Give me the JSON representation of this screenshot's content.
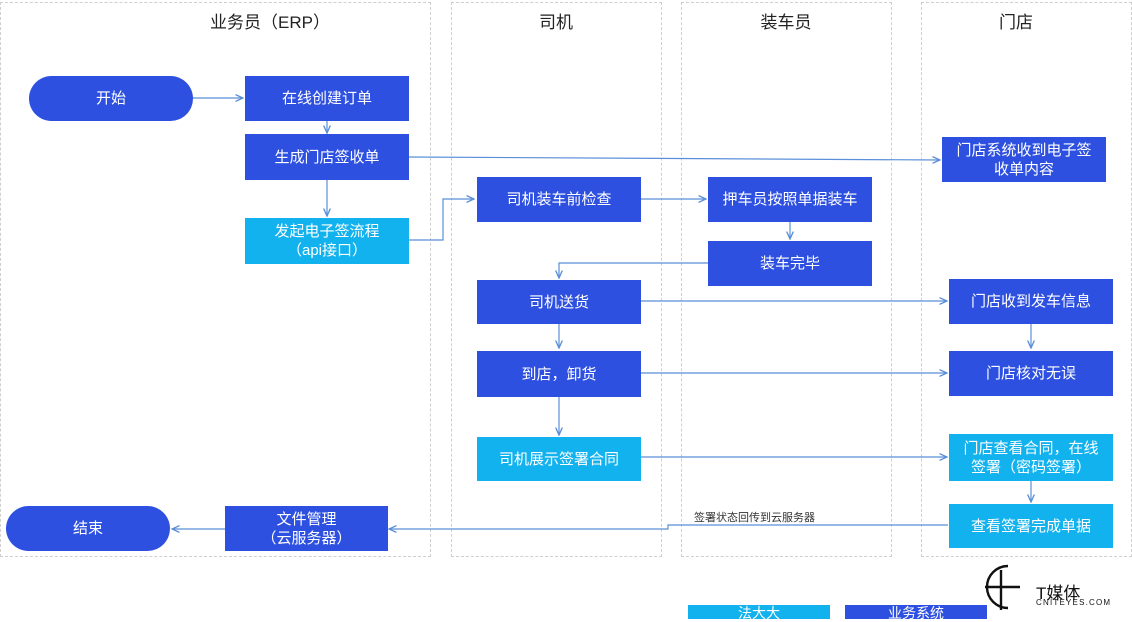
{
  "lanes": {
    "erp": "业务员（ERP）",
    "driver": "司机",
    "loader": "装车员",
    "store": "门店"
  },
  "nodes": {
    "start": "开始",
    "create_order": "在线创建订单",
    "gen_receipt": "生成门店签收单",
    "esign_line1": "发起电子签流程",
    "esign_line2": "（api接口）",
    "store_receive_1": "门店系统收到电子签",
    "store_receive_2": "收单内容",
    "pre_check": "司机装车前检查",
    "escort_load": "押车员按照单据装车",
    "load_done": "装车完毕",
    "deliver": "司机送货",
    "store_depart_info": "门店收到发车信息",
    "arrive_unload": "到店，卸货",
    "store_verify": "门店核对无误",
    "show_contract": "司机展示签署合同",
    "store_sign_1": "门店查看合同，在线",
    "store_sign_2": "签署（密码签署）",
    "view_done": "查看签署完成单据",
    "file_mgmt_1": "文件管理",
    "file_mgmt_2": "（云服务器）",
    "end": "结束"
  },
  "edge_label": "签署状态回传到云服务器",
  "legend": {
    "cyan_label": "法大大",
    "blue_label": "业务系统"
  },
  "logo": {
    "name": "T媒体",
    "sub": "CNITEYES.COM"
  },
  "colors": {
    "blue": "#2e50e0",
    "cyan": "#12b2ee",
    "arrow": "#5b8fd9"
  }
}
